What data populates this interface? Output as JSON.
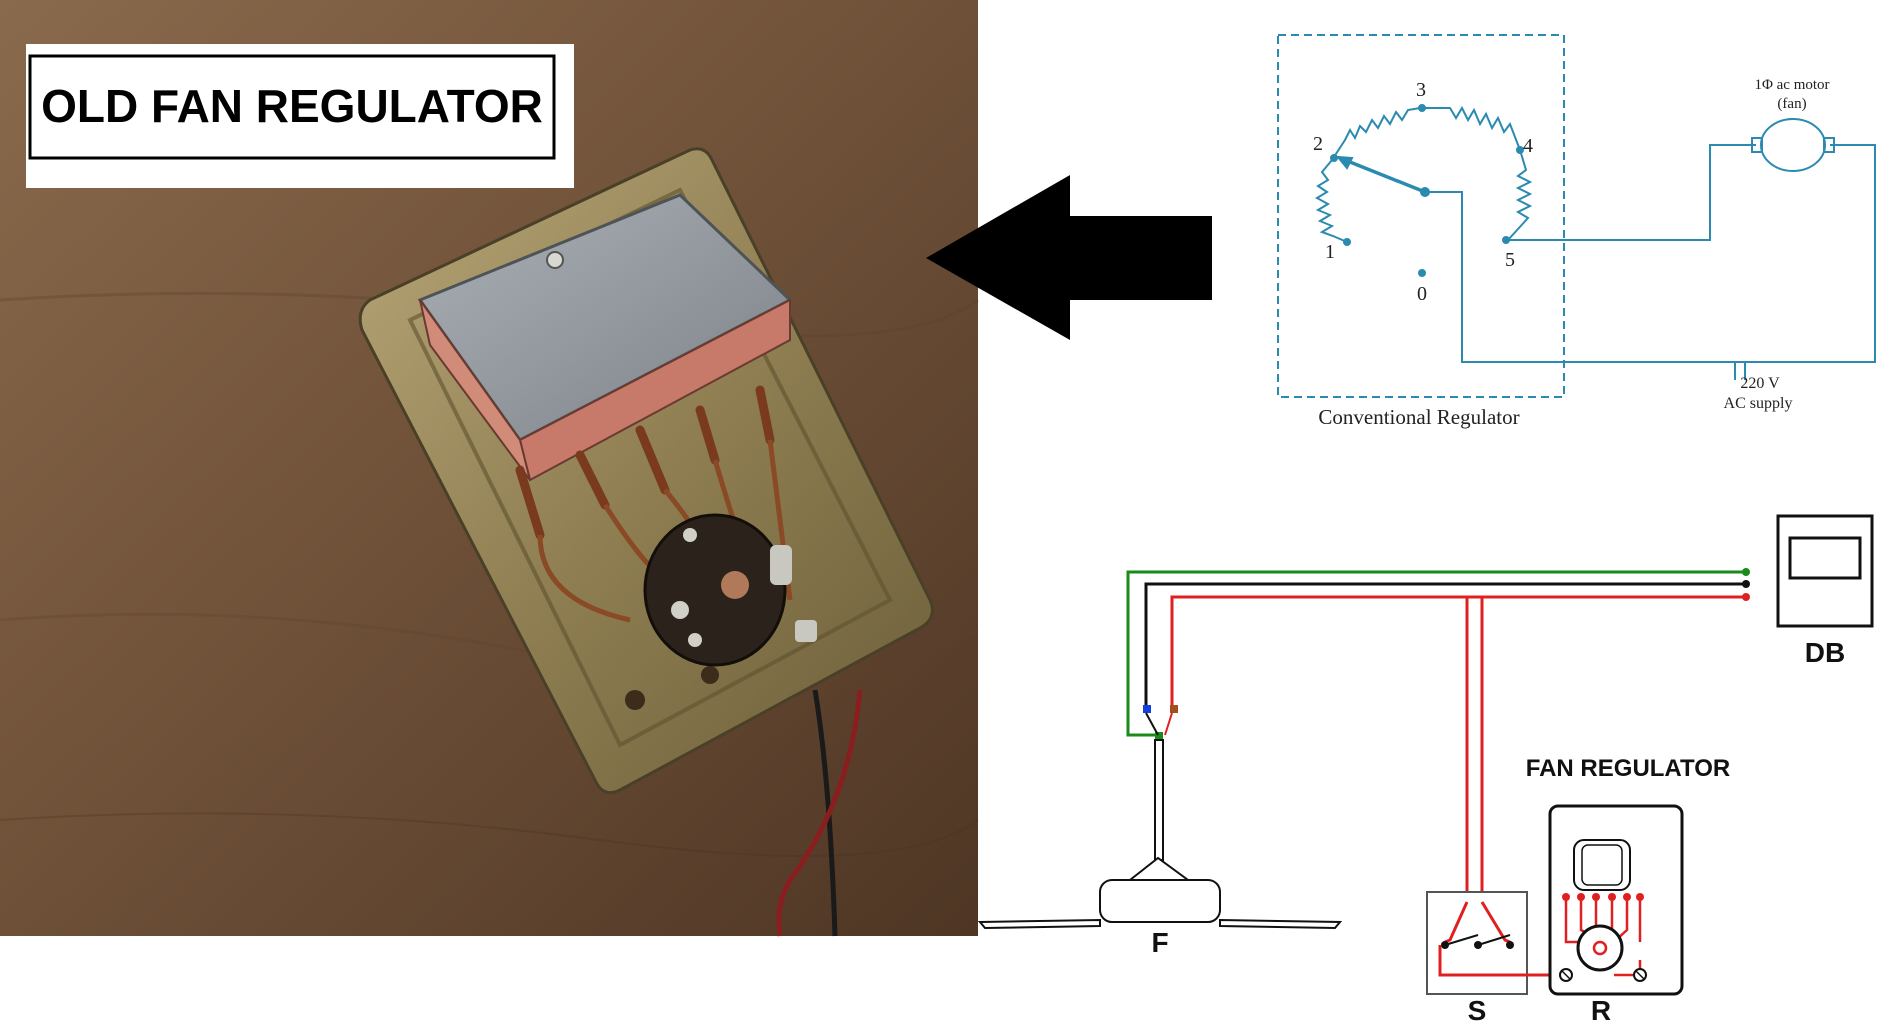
{
  "photo": {
    "title": "OLD FAN REGULATOR"
  },
  "conventional_regulator": {
    "caption": "Conventional Regulator",
    "positions": [
      "0",
      "1",
      "2",
      "3",
      "4",
      "5"
    ],
    "motor_label_line1": "1Φ ac motor",
    "motor_label_line2": "(fan)",
    "supply_line1": "220 V",
    "supply_line2": "AC supply"
  },
  "wiring_diagram": {
    "db_label": "DB",
    "fan_label": "F",
    "switch_label": "S",
    "regulator_label": "R",
    "regulator_title": "FAN REGULATOR",
    "wire_colors": {
      "earth": "#1a8a1a",
      "neutral": "#111111",
      "phase": "#e02020"
    }
  },
  "colors": {
    "schematic": "#2a8ab0",
    "photo_bg": "#7a5a3e",
    "arrow": "#000000"
  }
}
